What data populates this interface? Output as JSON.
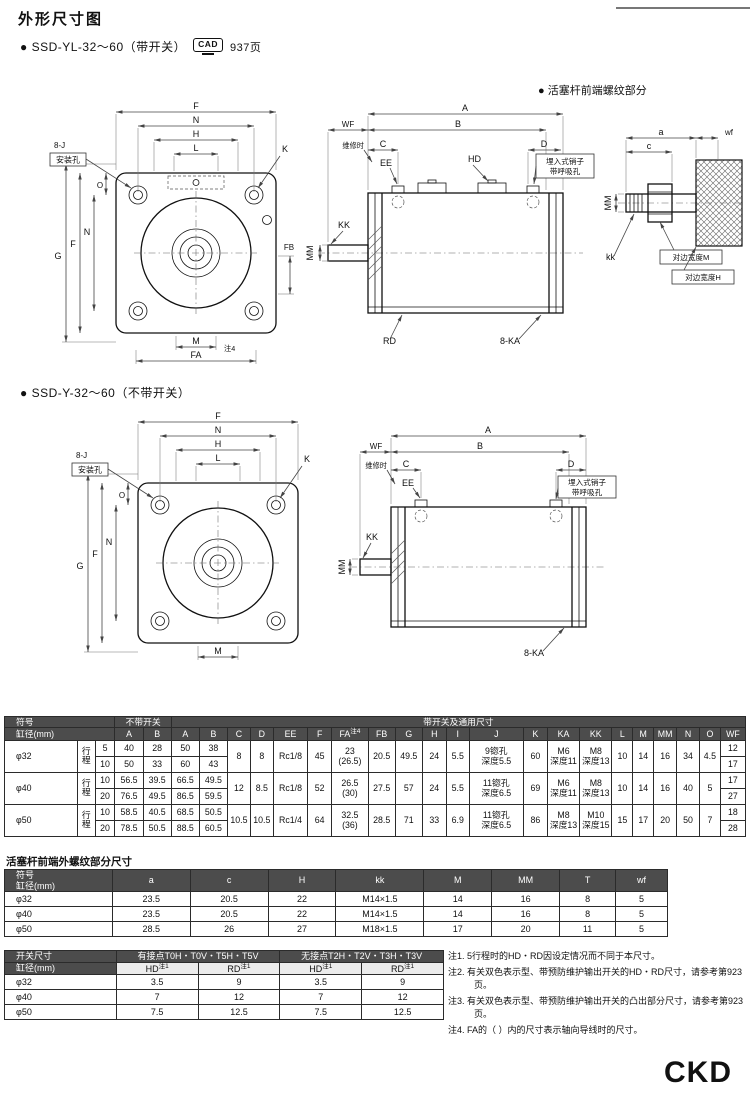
{
  "header": {
    "title": "外形尺寸图",
    "model_with_switch": "● SSD-YL-32～60（带开关）",
    "cad_label": "CAD",
    "cad_page": "937页",
    "model_without_switch": "● SSD-Y-32～60（不带开关）",
    "rod_thread_section": "● 活塞杆前端螺纹部分"
  },
  "dims": {
    "A": "A",
    "B": "B",
    "C": "C",
    "D": "D",
    "F": "F",
    "G": "G",
    "H": "H",
    "L": "L",
    "M": "M",
    "N": "N",
    "O": "O",
    "K": "K",
    "EE": "EE",
    "FA": "FA",
    "FB": "FB",
    "WF": "WF",
    "HD": "HD",
    "KK": "KK",
    "MM": "MM",
    "RD": "RD",
    "KA8": "8-KA",
    "J8": "8-J",
    "a": "a",
    "c": "c",
    "wf": "wf",
    "kk": "kk"
  },
  "labels": {
    "mount_hole": "安装孔",
    "embedded_pin": "埋入式销子",
    "breathing": "带呼吸孔",
    "service": "维修时",
    "note4": "注4",
    "across_m": "对边宽度M",
    "across_h": "对边宽度H"
  },
  "main_table": {
    "h_symbol": "符号",
    "h_bore": "缸径(mm)",
    "h_no_switch": "不带开关",
    "h_with_switch": "带开关及通用尺寸",
    "h_stroke": "行程",
    "fa_sup": "注4",
    "cols": [
      "A",
      "B",
      "A",
      "B",
      "C",
      "D",
      "EE",
      "F",
      "FA",
      "FB",
      "G",
      "H",
      "I",
      "J",
      "K",
      "KA",
      "KK",
      "L",
      "M",
      "MM",
      "N",
      "O",
      "WF"
    ],
    "rows": [
      {
        "bore": "φ32",
        "strokes": [
          {
            "st": "5",
            "a1": "40",
            "b1": "28",
            "a2": "50",
            "b2": "38",
            "wf": "12"
          },
          {
            "st": "10",
            "a1": "50",
            "b1": "33",
            "a2": "60",
            "b2": "43",
            "wf": "17"
          }
        ],
        "common": {
          "C": "8",
          "D": "8",
          "EE": "Rc1/8",
          "F": "45",
          "FA": "23",
          "FA2": "(26.5)",
          "FB": "20.5",
          "G": "49.5",
          "H": "24",
          "I": "5.5",
          "J1": "9锪孔",
          "J2": "深度5.5",
          "K": "60",
          "KA1": "M6",
          "KA2": "深度11",
          "KK1": "M8",
          "KK2": "深度13",
          "L": "10",
          "M": "14",
          "MM": "16",
          "N": "34",
          "O": "4.5"
        }
      },
      {
        "bore": "φ40",
        "strokes": [
          {
            "st": "10",
            "a1": "56.5",
            "b1": "39.5",
            "a2": "66.5",
            "b2": "49.5",
            "wf": "17"
          },
          {
            "st": "20",
            "a1": "76.5",
            "b1": "49.5",
            "a2": "86.5",
            "b2": "59.5",
            "wf": "27"
          }
        ],
        "common": {
          "C": "12",
          "D": "8.5",
          "EE": "Rc1/8",
          "F": "52",
          "FA": "26.5",
          "FA2": "(30)",
          "FB": "27.5",
          "G": "57",
          "H": "24",
          "I": "5.5",
          "J1": "11锪孔",
          "J2": "深度6.5",
          "K": "69",
          "KA1": "M6",
          "KA2": "深度11",
          "KK1": "M8",
          "KK2": "深度13",
          "L": "10",
          "M": "14",
          "MM": "16",
          "N": "40",
          "O": "5"
        }
      },
      {
        "bore": "φ50",
        "strokes": [
          {
            "st": "10",
            "a1": "58.5",
            "b1": "40.5",
            "a2": "68.5",
            "b2": "50.5",
            "wf": "18"
          },
          {
            "st": "20",
            "a1": "78.5",
            "b1": "50.5",
            "a2": "88.5",
            "b2": "60.5",
            "wf": "28"
          }
        ],
        "common": {
          "C": "10.5",
          "D": "10.5",
          "EE": "Rc1/4",
          "F": "64",
          "FA": "32.5",
          "FA2": "(36)",
          "FB": "28.5",
          "G": "71",
          "H": "33",
          "I": "6.9",
          "J1": "11锪孔",
          "J2": "深度6.5",
          "K": "86",
          "KA1": "M8",
          "KA2": "深度13",
          "KK1": "M10",
          "KK2": "深度15",
          "L": "15",
          "M": "17",
          "MM": "20",
          "N": "50",
          "O": "7"
        }
      }
    ]
  },
  "thread_table": {
    "title": "活塞杆前端外螺纹部分尺寸",
    "h_symbol": "符号",
    "h_bore": "缸径(mm)",
    "cols": [
      "a",
      "c",
      "H",
      "kk",
      "M",
      "MM",
      "T",
      "wf"
    ],
    "rows": [
      {
        "bore": "φ32",
        "vals": [
          "23.5",
          "20.5",
          "22",
          "M14×1.5",
          "14",
          "16",
          "8",
          "5"
        ]
      },
      {
        "bore": "φ40",
        "vals": [
          "23.5",
          "20.5",
          "22",
          "M14×1.5",
          "14",
          "16",
          "8",
          "5"
        ]
      },
      {
        "bore": "φ50",
        "vals": [
          "28.5",
          "26",
          "27",
          "M18×1.5",
          "17",
          "20",
          "11",
          "5"
        ]
      }
    ]
  },
  "switch_table": {
    "title": "开关尺寸",
    "h_bore": "缸径(mm)",
    "h_contact": "有接点T0H・T0V・T5H・T5V",
    "h_contactless": "无接点T2H・T2V・T3H・T3V",
    "h_hd": "HD",
    "h_rd": "RD",
    "sup": "注1",
    "rows": [
      {
        "bore": "φ32",
        "vals": [
          "3.5",
          "9",
          "3.5",
          "9"
        ]
      },
      {
        "bore": "φ40",
        "vals": [
          "7",
          "12",
          "7",
          "12"
        ]
      },
      {
        "bore": "φ50",
        "vals": [
          "7.5",
          "12.5",
          "7.5",
          "12.5"
        ]
      }
    ]
  },
  "notes": {
    "n1": "注1. 5行程时的HD・RD因设定情况而不同于本尺寸。",
    "n2": "注2. 有关双色表示型、带预防维护输出开关的HD・RD尺寸，请参考第923页。",
    "n3": "注3. 有关双色表示型、带预防维护输出开关的凸出部分尺寸，请参考第923页。",
    "n4": "注4. FA的（ ）内的尺寸表示轴向导线时的尺寸。"
  },
  "footer": {
    "logo": "CKD"
  }
}
